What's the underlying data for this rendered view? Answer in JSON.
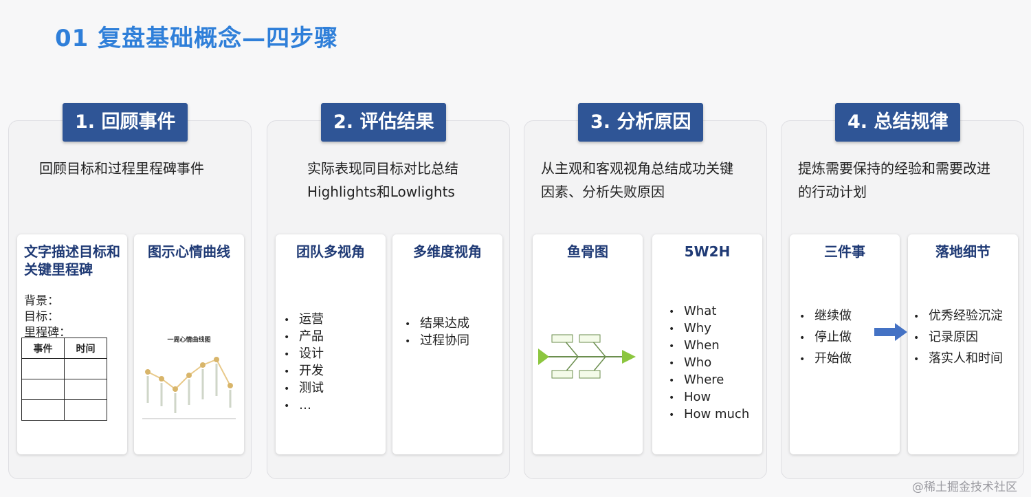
{
  "title": "01 复盘基础概念—四步骤",
  "columns": [
    {
      "header": "1. 回顾事件",
      "desc": [
        "回顾目标和过程里程碑事件"
      ],
      "cards": [
        {
          "title": "文字描述目标和关键里程碑",
          "fields": [
            "背景：",
            "目标：",
            "里程碑："
          ],
          "table_headers": [
            "事件",
            "时间"
          ]
        },
        {
          "title": "图示心情曲线",
          "chart_title": "一周心情曲线图"
        }
      ]
    },
    {
      "header": "2. 评估结果",
      "desc": [
        "实际表现同目标对比总结",
        "Highlights和Lowlights"
      ],
      "cards": [
        {
          "title": "团队多视角",
          "items": [
            "运营",
            "产品",
            "设计",
            "开发",
            "测试",
            "…"
          ]
        },
        {
          "title": "多维度视角",
          "items": [
            "结果达成",
            "过程协同"
          ]
        }
      ]
    },
    {
      "header": "3. 分析原因",
      "desc": [
        "从主观和客观视角总结成功关键",
        "因素、分析失败原因"
      ],
      "cards": [
        {
          "title": "鱼骨图"
        },
        {
          "title": "5W2H",
          "items": [
            "What",
            "Why",
            "When",
            "Who",
            "Where",
            "How",
            "How much"
          ]
        }
      ]
    },
    {
      "header": "4. 总结规律",
      "desc": [
        "提炼需要保持的经验和需要改进",
        "的行动计划"
      ],
      "cards": [
        {
          "title": "三件事",
          "items": [
            "继续做",
            "停止做",
            "开始做"
          ]
        },
        {
          "title": "落地细节",
          "items": [
            "优秀经验沉淀",
            "记录原因",
            "落实人和时间"
          ]
        }
      ]
    }
  ],
  "watermark": "@稀土掘金技术社区",
  "colors": {
    "title": "#2f7fd9",
    "header_bg": "#2f5596",
    "card_title": "#1f3a75",
    "arrow": "#4472c4"
  }
}
